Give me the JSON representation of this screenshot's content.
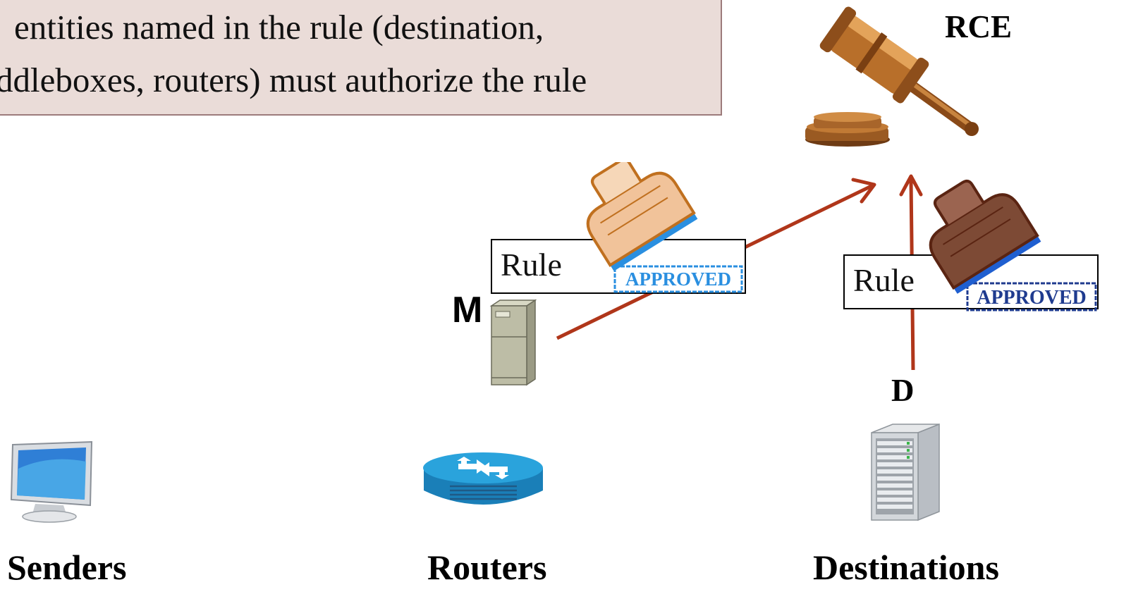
{
  "callout": {
    "line1": "entities named in the rule (destination,",
    "line2": "ddleboxes, routers) must authorize the rule"
  },
  "nodes": {
    "rce": "RCE",
    "middlebox": "M",
    "destination": "D"
  },
  "rules": {
    "left_label": "Rule",
    "left_stamp": "APPROVED",
    "right_label": "Rule",
    "right_stamp": "APPROVED"
  },
  "categories": {
    "senders": "Senders",
    "routers": "Routers",
    "destinations": "Destinations"
  },
  "colors": {
    "arrow": "#b0361a",
    "stamp_light": "#f1c39a",
    "stamp_dark": "#7d4a35",
    "stamp_text_light": "#2a8fe0",
    "stamp_text_dark": "#1f3b8f",
    "callout_bg": "#eadcd8"
  },
  "icons": [
    "gavel-icon",
    "rubber-stamp-icon",
    "server-tower-icon",
    "monitor-icon",
    "router-icon",
    "rack-server-icon"
  ]
}
